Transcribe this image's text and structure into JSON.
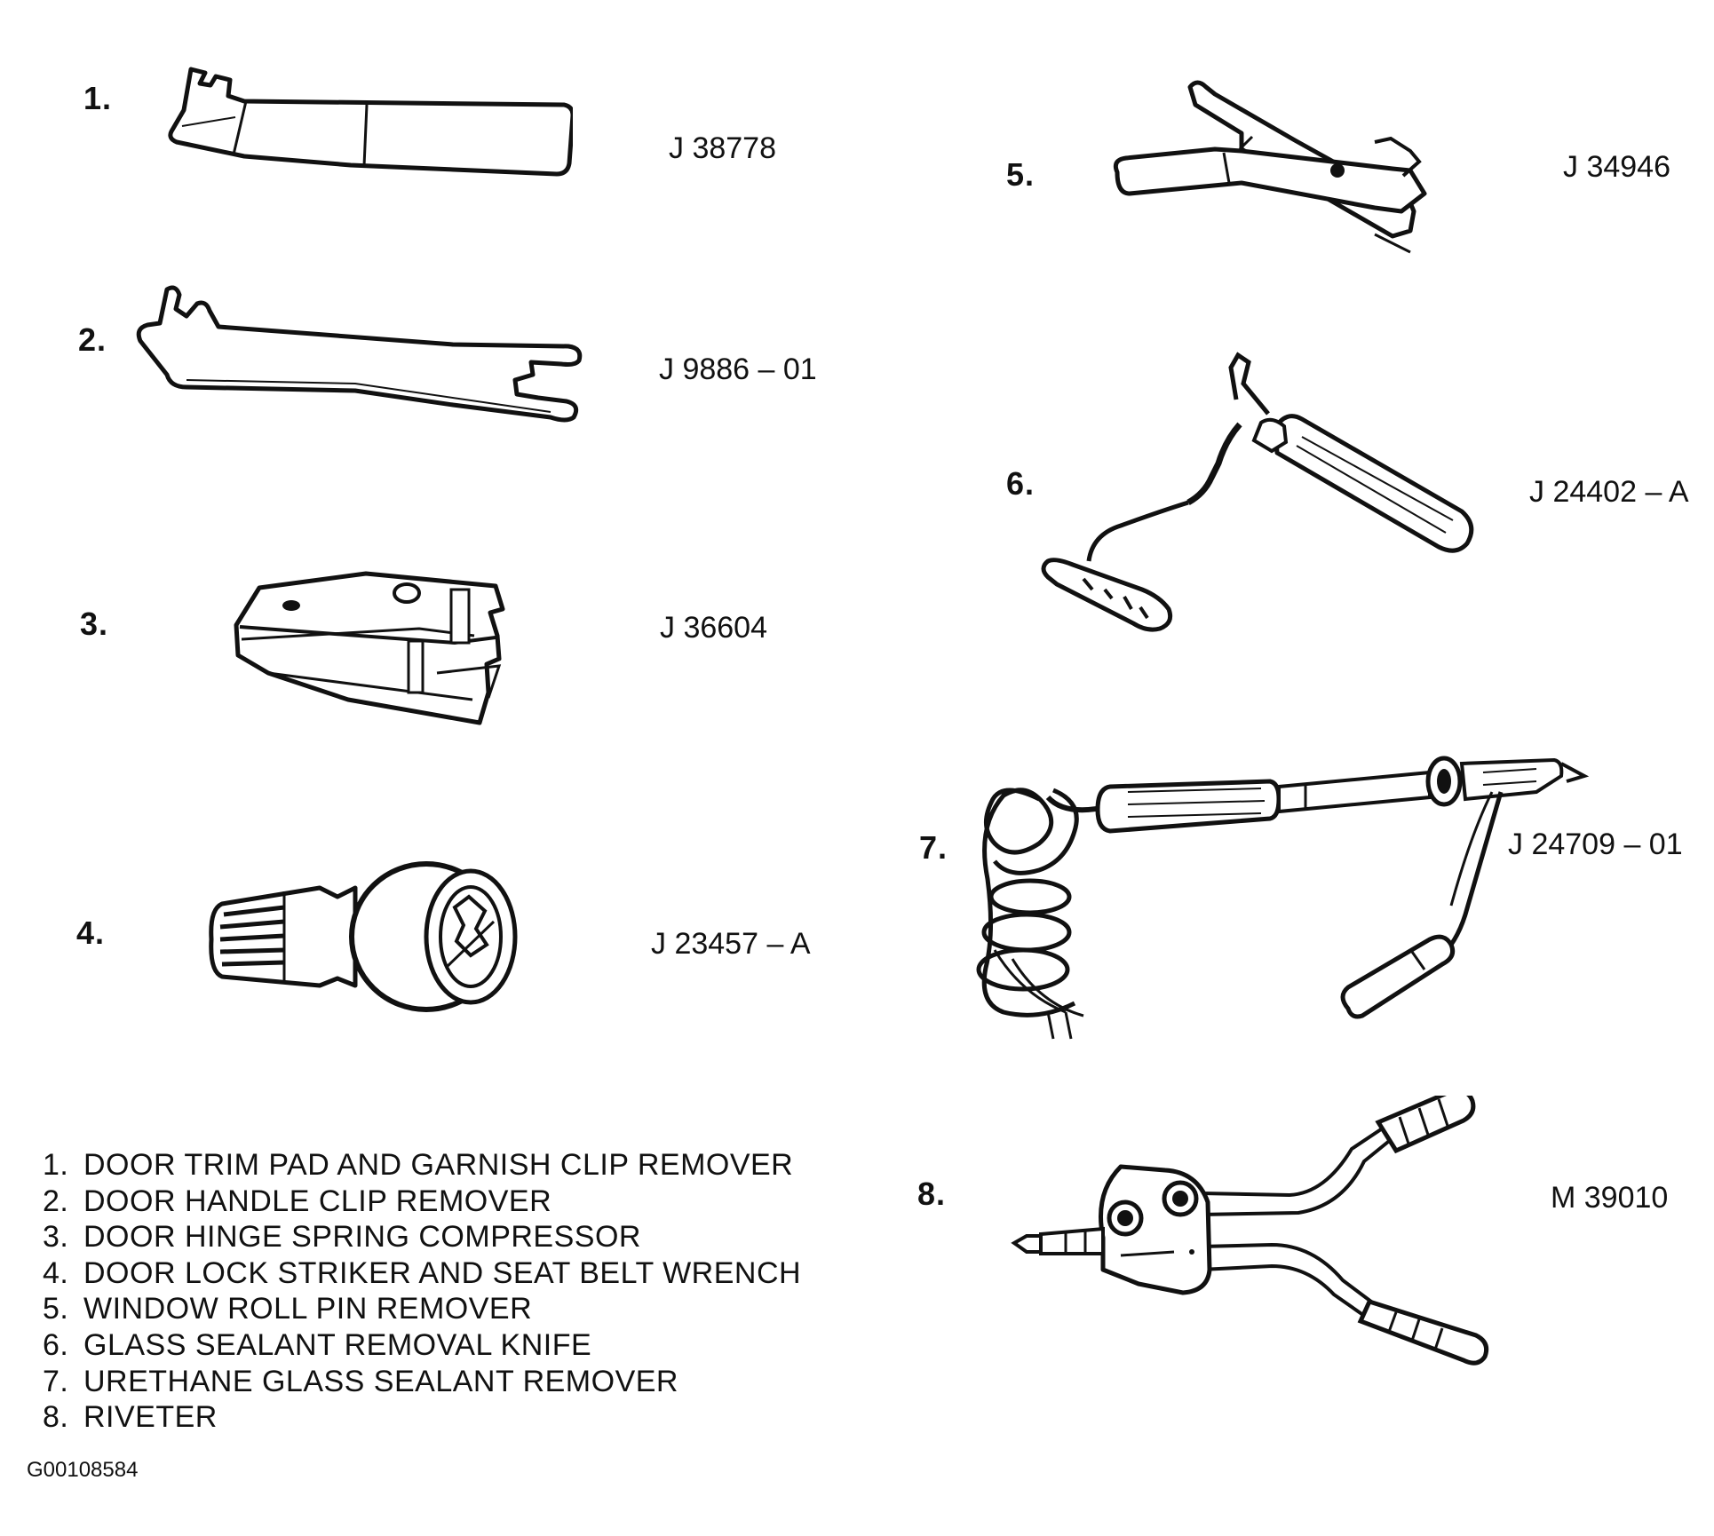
{
  "tools": [
    {
      "number": "1.",
      "part_number": "J 38778",
      "icon": "trim-pad-clip-remover-icon"
    },
    {
      "number": "2.",
      "part_number": "J 9886 – 01",
      "icon": "door-handle-clip-remover-icon"
    },
    {
      "number": "3.",
      "part_number": "J 36604",
      "icon": "hinge-spring-compressor-icon"
    },
    {
      "number": "4.",
      "part_number": "J 23457 – A",
      "icon": "striker-wrench-icon"
    },
    {
      "number": "5.",
      "part_number": "J 34946",
      "icon": "roll-pin-remover-icon"
    },
    {
      "number": "6.",
      "part_number": "J 24402 – A",
      "icon": "sealant-removal-knife-icon"
    },
    {
      "number": "7.",
      "part_number": "J 24709 – 01",
      "icon": "urethane-sealant-remover-icon"
    },
    {
      "number": "8.",
      "part_number": "M 39010",
      "icon": "riveter-icon"
    }
  ],
  "legend": [
    {
      "number": "1.",
      "text": "DOOR TRIM PAD AND GARNISH CLIP REMOVER"
    },
    {
      "number": "2.",
      "text": "DOOR HANDLE CLIP REMOVER"
    },
    {
      "number": "3.",
      "text": "DOOR HINGE SPRING COMPRESSOR"
    },
    {
      "number": "4.",
      "text": "DOOR LOCK STRIKER AND SEAT BELT WRENCH"
    },
    {
      "number": "5.",
      "text": "WINDOW ROLL PIN REMOVER"
    },
    {
      "number": "6.",
      "text": "GLASS SEALANT REMOVAL KNIFE"
    },
    {
      "number": "7.",
      "text": "URETHANE GLASS SEALANT REMOVER"
    },
    {
      "number": "8.",
      "text": "RIVETER"
    }
  ],
  "figure_id": "G00108584",
  "colors": {
    "ink": "#111111",
    "paper": "#ffffff"
  }
}
